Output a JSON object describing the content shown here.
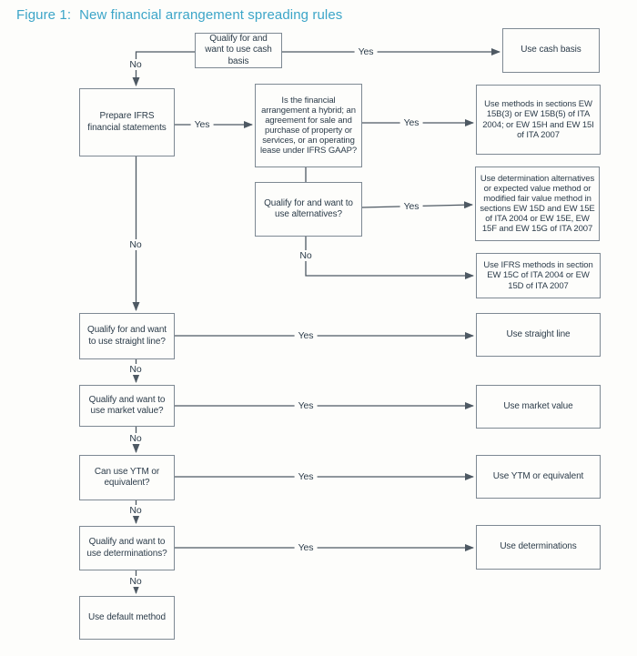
{
  "title": {
    "prefix": "Figure 1:",
    "text": "New financial arrangement spreading rules"
  },
  "colors": {
    "title": "#3ca5c8",
    "text": "#2c3c4a",
    "box_border": "#7e8993",
    "line": "#4e5963",
    "background": "#fdfdfb"
  },
  "labels": {
    "yes": "Yes",
    "no": "No"
  },
  "nodes": {
    "cash_basis_q": "Qualify for and want to use cash basis",
    "use_cash_basis": "Use cash basis",
    "prepare_ifrs": "Prepare IFRS financial statements",
    "hybrid_q": "Is the financial arrangement a hybrid; an agreement for sale and purchase of property or services, or an operating lease under IFRS GAAP?",
    "use_methods": "Use methods in sections EW 15B(3) or EW 15B(5) of ITA 2004; or EW 15H and EW 15I of ITA 2007",
    "alternatives_q": "Qualify for and want to use alternatives?",
    "use_alternatives": "Use determination alternatives or expected value method or modified fair value method in sections EW 15D and EW 15E of ITA 2004 or EW 15E, EW 15F and EW 15G of ITA 2007",
    "use_ifrs_methods": "Use IFRS methods in section EW 15C of ITA 2004 or EW 15D of ITA 2007",
    "straight_line_q": "Qualify for and want to use straight line?",
    "use_straight_line": "Use straight line",
    "market_value_q": "Qualify and want to use market value?",
    "use_market_value": "Use market value",
    "ytm_q": "Can use YTM or equivalent?",
    "use_ytm": "Use YTM or equivalent",
    "determinations_q": "Qualify and want to use determinations?",
    "use_determinations": "Use determinations",
    "default_method": "Use default method"
  },
  "edges": [
    {
      "from": "cash_basis_q",
      "to": "use_cash_basis",
      "label": "Yes"
    },
    {
      "from": "cash_basis_q",
      "to": "prepare_ifrs",
      "label": "No"
    },
    {
      "from": "prepare_ifrs",
      "to": "hybrid_q",
      "label": "Yes"
    },
    {
      "from": "prepare_ifrs",
      "to": "straight_line_q",
      "label": "No"
    },
    {
      "from": "hybrid_q",
      "to": "use_methods",
      "label": "Yes"
    },
    {
      "from": "hybrid_q",
      "to": "alternatives_q",
      "label": ""
    },
    {
      "from": "alternatives_q",
      "to": "use_alternatives",
      "label": "Yes"
    },
    {
      "from": "alternatives_q",
      "to": "use_ifrs_methods",
      "label": "No"
    },
    {
      "from": "straight_line_q",
      "to": "use_straight_line",
      "label": "Yes"
    },
    {
      "from": "straight_line_q",
      "to": "market_value_q",
      "label": "No"
    },
    {
      "from": "market_value_q",
      "to": "use_market_value",
      "label": "Yes"
    },
    {
      "from": "market_value_q",
      "to": "ytm_q",
      "label": "No"
    },
    {
      "from": "ytm_q",
      "to": "use_ytm",
      "label": "Yes"
    },
    {
      "from": "ytm_q",
      "to": "determinations_q",
      "label": "No"
    },
    {
      "from": "determinations_q",
      "to": "use_determinations",
      "label": "Yes"
    },
    {
      "from": "determinations_q",
      "to": "default_method",
      "label": "No"
    }
  ]
}
